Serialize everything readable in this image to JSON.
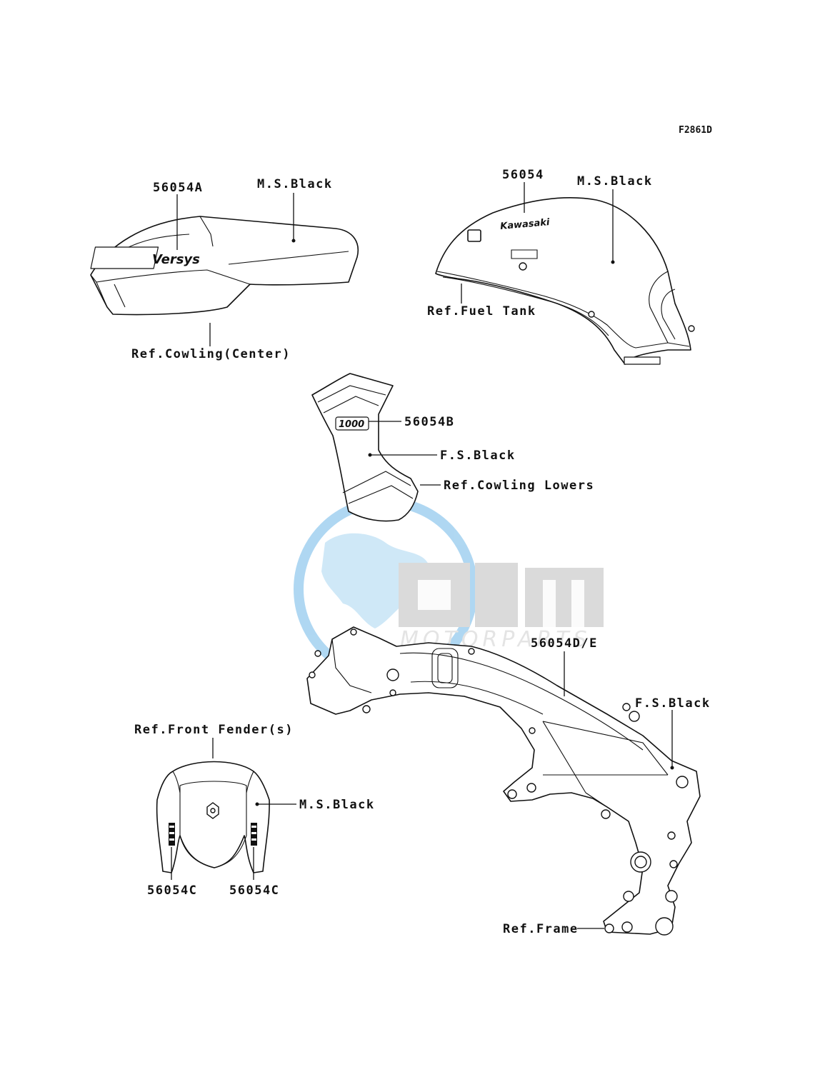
{
  "figure_code": "F2861D",
  "watermark": {
    "brand": "OSM",
    "tagline": "MOTORPARTS",
    "accent_color": "#6fb8e8",
    "block_color": "#bdbdbd"
  },
  "callouts": {
    "seat_cowl_part": "56054A",
    "seat_cowl_color": "M.S.Black",
    "seat_cowl_ref": "Ref.Cowling(Center)",
    "tank_part": "56054",
    "tank_color": "M.S.Black",
    "tank_ref": "Ref.Fuel Tank",
    "lower_part": "56054B",
    "lower_color": "F.S.Black",
    "lower_ref": "Ref.Cowling Lowers",
    "frame_part": "56054D/E",
    "frame_color": "F.S.Black",
    "frame_ref": "Ref.Frame",
    "fender_ref": "Ref.Front Fender(s)",
    "fender_color": "M.S.Black",
    "fender_part_left": "56054C",
    "fender_part_right": "56054C"
  },
  "decals": {
    "seat_cowl": "Versys",
    "tank": "Kawasaki",
    "lower": "1000"
  }
}
